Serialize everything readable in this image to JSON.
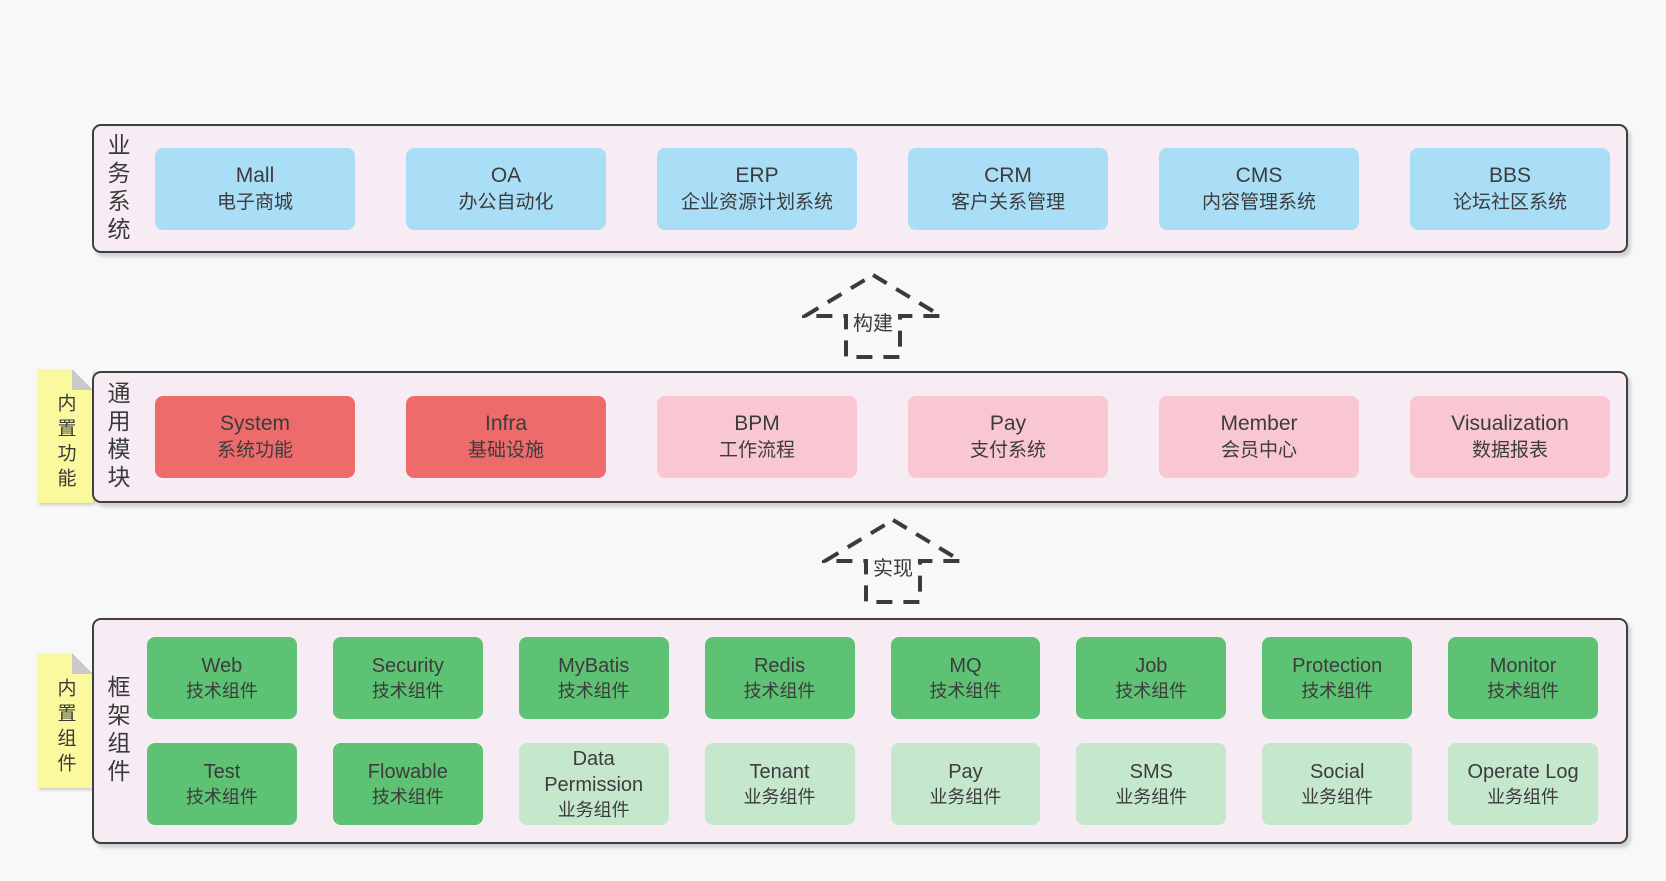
{
  "colors": {
    "page_bg": "#f8f8f8",
    "band_bg": "#f7ecf4",
    "band_border": "#3f3f3f",
    "blue_box": "#a9def6",
    "red_box": "#ee6b6b",
    "pink_box": "#f9c7d1",
    "green_box": "#5ec274",
    "light_green_box": "#c5e7cc",
    "sticky_yellow": "#fbf99d",
    "text": "#3c3c3c"
  },
  "arrows": [
    {
      "label": "构建"
    },
    {
      "label": "实现"
    }
  ],
  "bands": [
    {
      "label": "业务系统",
      "boxes": [
        {
          "en": "Mall",
          "zh": "电子商城"
        },
        {
          "en": "OA",
          "zh": "办公自动化"
        },
        {
          "en": "ERP",
          "zh": "企业资源计划系统"
        },
        {
          "en": "CRM",
          "zh": "客户关系管理"
        },
        {
          "en": "CMS",
          "zh": "内容管理系统"
        },
        {
          "en": "BBS",
          "zh": "论坛社区系统"
        }
      ]
    },
    {
      "label": "通用模块",
      "sticky": "内置功能",
      "boxes": [
        {
          "en": "System",
          "zh": "系统功能"
        },
        {
          "en": "Infra",
          "zh": "基础设施"
        },
        {
          "en": "BPM",
          "zh": "工作流程"
        },
        {
          "en": "Pay",
          "zh": "支付系统"
        },
        {
          "en": "Member",
          "zh": "会员中心"
        },
        {
          "en": "Visualization",
          "zh": "数据报表"
        }
      ]
    },
    {
      "label": "框架组件",
      "sticky": "内置组件",
      "rows": [
        [
          {
            "en": "Web",
            "zh": "技术组件"
          },
          {
            "en": "Security",
            "zh": "技术组件"
          },
          {
            "en": "MyBatis",
            "zh": "技术组件"
          },
          {
            "en": "Redis",
            "zh": "技术组件"
          },
          {
            "en": "MQ",
            "zh": "技术组件"
          },
          {
            "en": "Job",
            "zh": "技术组件"
          },
          {
            "en": "Protection",
            "zh": "技术组件"
          },
          {
            "en": "Monitor",
            "zh": "技术组件"
          }
        ],
        [
          {
            "en": "Test",
            "zh": "技术组件"
          },
          {
            "en": "Flowable",
            "zh": "技术组件"
          },
          {
            "en": "Data Permission",
            "zh": "业务组件"
          },
          {
            "en": "Tenant",
            "zh": "业务组件"
          },
          {
            "en": "Pay",
            "zh": "业务组件"
          },
          {
            "en": "SMS",
            "zh": "业务组件"
          },
          {
            "en": "Social",
            "zh": "业务组件"
          },
          {
            "en": "Operate Log",
            "zh": "业务组件"
          }
        ]
      ]
    }
  ]
}
